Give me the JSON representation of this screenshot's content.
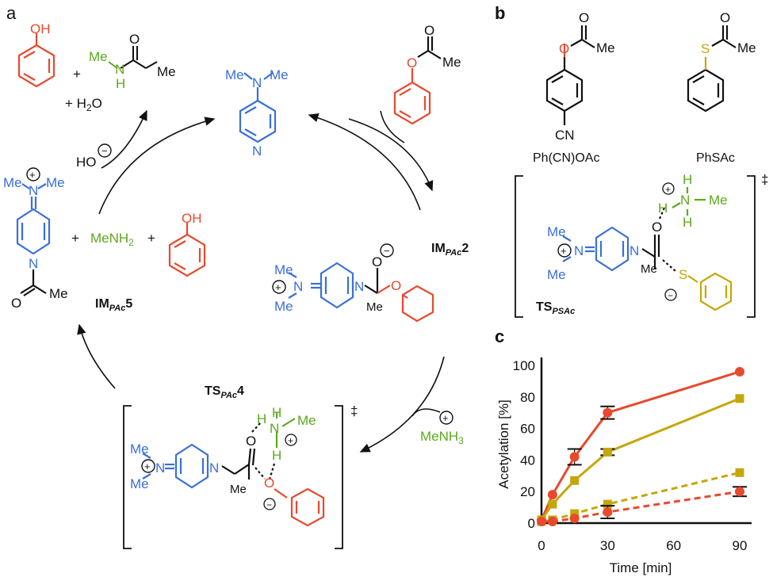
{
  "panels": {
    "a": "a",
    "b": "b",
    "c": "c"
  },
  "atoms": {
    "OH": "OH",
    "Me": "Me",
    "H": "H",
    "N": "N",
    "O": "O",
    "S": "S",
    "CN": "CN",
    "plus": "+",
    "plus_h2o": "+ H",
    "h2o_sub": "2",
    "h2o_O": "O",
    "HO": "HO",
    "MeNH": "MeNH",
    "MeNH_sub": "2",
    "MeNH3": "MeNH",
    "MeNH3_sub": "3",
    "dagger": "‡",
    "minus": "−",
    "plus_charge": "+"
  },
  "labels": {
    "im2_main": "IM",
    "im2_sub": "PAc",
    "im2_num": "2",
    "im5_main": "IM",
    "im5_sub": "PAc",
    "im5_num": "5",
    "ts4_main": "TS",
    "ts4_sub": "PAc",
    "ts4_num": "4",
    "tsps_main": "TS",
    "tsps_sub": "PSAc",
    "phcn": "Ph(CN)OAc",
    "phsac": "PhSAc"
  },
  "colors": {
    "dmap": "#3a6fd8",
    "phenol": "#e8492d",
    "amine": "#5da81e",
    "sulfur": "#c4a70a",
    "orange_series": "#e8492d",
    "gold_series": "#c4a70a"
  },
  "chart_data": {
    "type": "line",
    "xlabel": "Time [min]",
    "ylabel": "Acetylation [%]",
    "xlim": [
      0,
      90
    ],
    "ylim": [
      0,
      100
    ],
    "xticks": [
      0,
      30,
      60,
      90
    ],
    "yticks": [
      0,
      20,
      40,
      60,
      80,
      100
    ],
    "grid": false,
    "series": [
      {
        "color": "#e8492d",
        "marker": "circle",
        "dash": false,
        "x": [
          0,
          5,
          15,
          30,
          90
        ],
        "y": [
          2,
          18,
          42,
          70,
          96
        ],
        "err": [
          0,
          0,
          5,
          4,
          0
        ]
      },
      {
        "color": "#c4a70a",
        "marker": "square",
        "dash": false,
        "x": [
          0,
          5,
          15,
          30,
          90
        ],
        "y": [
          2,
          12,
          27,
          45,
          79
        ],
        "err": [
          0,
          0,
          0,
          2,
          0
        ]
      },
      {
        "color": "#c4a70a",
        "marker": "square",
        "dash": true,
        "x": [
          0,
          5,
          15,
          30,
          90
        ],
        "y": [
          1,
          2,
          6,
          12,
          32
        ],
        "err": [
          0,
          0,
          0,
          0,
          0
        ]
      },
      {
        "color": "#e8492d",
        "marker": "circle",
        "dash": true,
        "x": [
          0,
          5,
          15,
          30,
          90
        ],
        "y": [
          1,
          1,
          3,
          7,
          20
        ],
        "err": [
          0,
          0,
          0,
          4,
          3
        ]
      }
    ]
  }
}
